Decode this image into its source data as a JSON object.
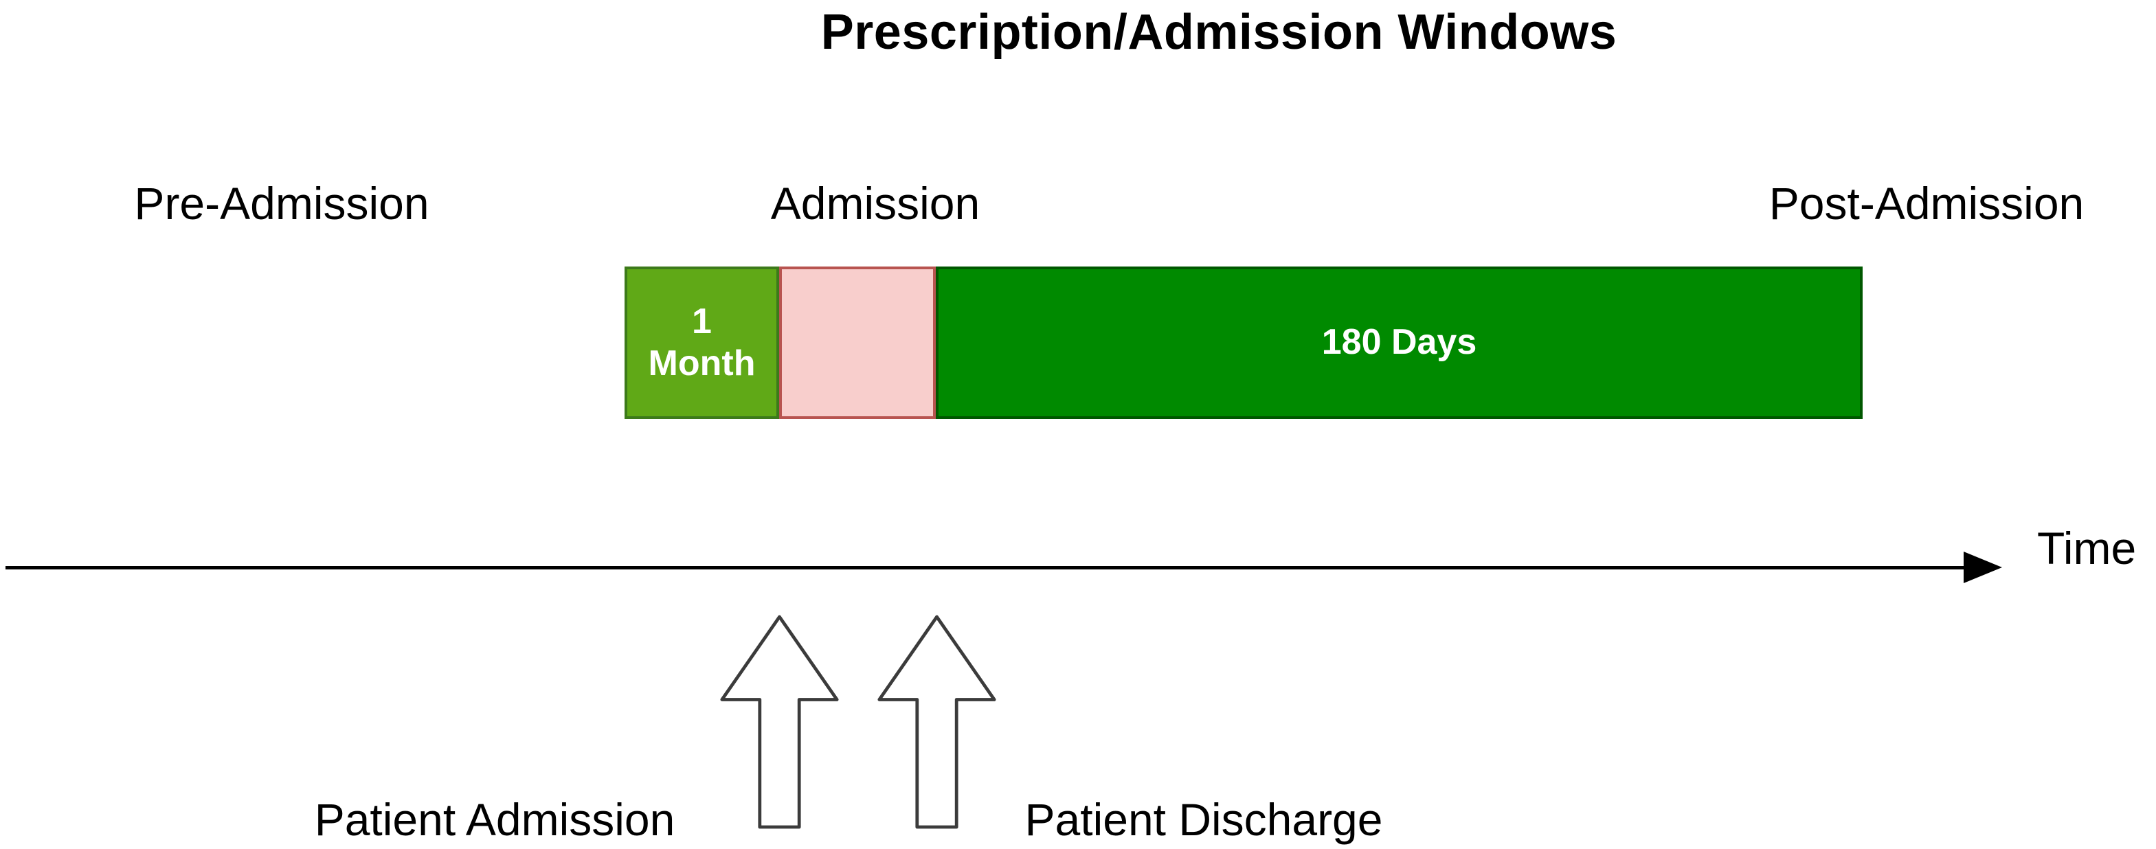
{
  "title": "Prescription/Admission Windows",
  "phase_labels": {
    "pre": "Pre-Admission",
    "admission": "Admission",
    "post": "Post-Admission"
  },
  "windows_bar": {
    "segments": [
      {
        "name": "pre-admission-window",
        "label": "1 Month",
        "fill": "#60a917",
        "stroke": "#3c7a1a",
        "text_color": "#ffffff"
      },
      {
        "name": "admission-stay-window",
        "label": "",
        "fill": "#f8cecc",
        "stroke": "#b85450",
        "text_color": "#ffffff"
      },
      {
        "name": "post-admission-window",
        "label": "180 Days",
        "fill": "#008a00",
        "stroke": "#005700",
        "text_color": "#ffffff"
      }
    ]
  },
  "timeline": {
    "axis_label": "Time",
    "line_color": "#000000"
  },
  "events": {
    "admission": {
      "label": "Patient Admission"
    },
    "discharge": {
      "label": "Patient Discharge"
    }
  }
}
